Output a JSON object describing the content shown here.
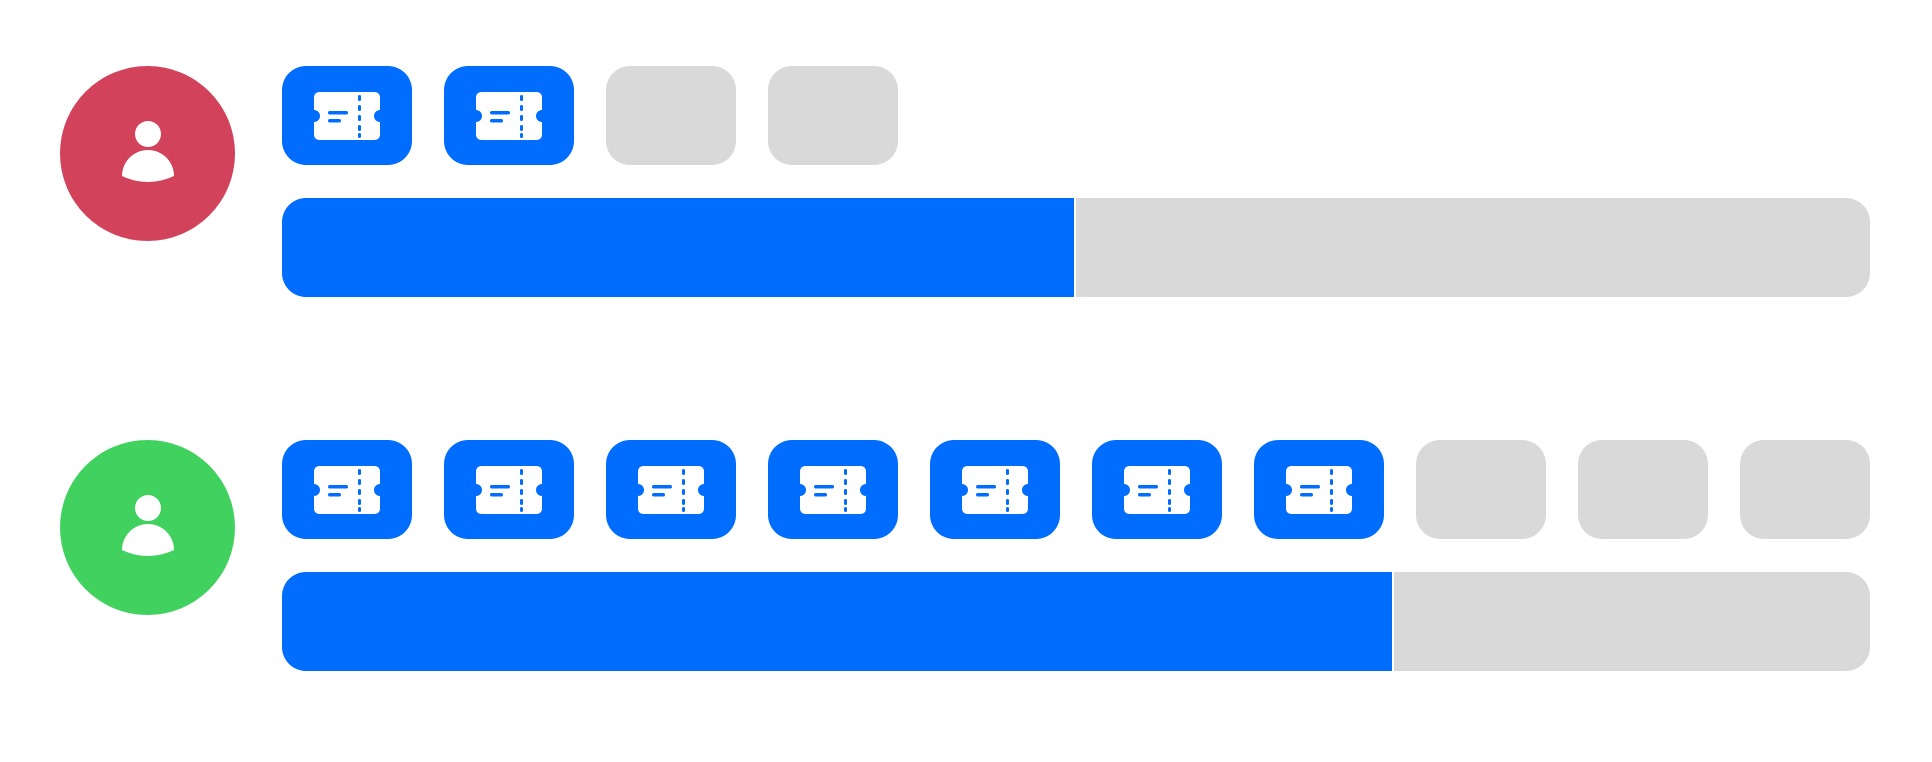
{
  "colors": {
    "accent": "#006dff",
    "empty": "#d9d9d9",
    "background": "#ffffff"
  },
  "players": [
    {
      "avatar_color": "#d2425a",
      "avatar_icon": "person-icon",
      "tickets_earned": 2,
      "tickets_total": 4,
      "progress": 0.5
    },
    {
      "avatar_color": "#41d15e",
      "avatar_icon": "person-icon",
      "tickets_earned": 7,
      "tickets_total": 10,
      "progress": 0.7
    }
  ]
}
